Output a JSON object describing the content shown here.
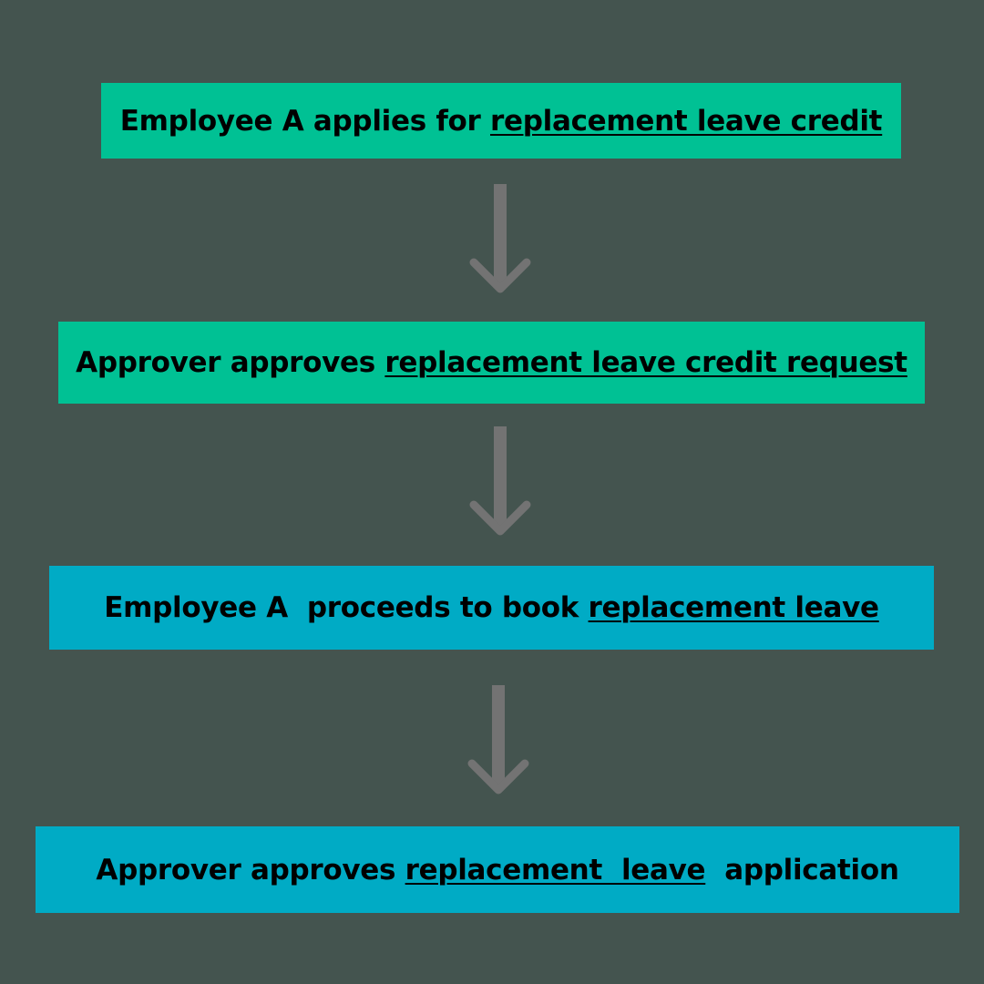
{
  "colors": {
    "background": "#44544f",
    "green_box": "#00c194",
    "blue_box": "#00abc5",
    "arrow": "#737373",
    "text": "#000000"
  },
  "steps": [
    {
      "prefix": "Employee A applies for ",
      "link": "replacement leave credit",
      "suffix": "",
      "color": "#00c194"
    },
    {
      "prefix": "Approver approves ",
      "link": "replacement leave credit request",
      "suffix": "",
      "color": "#00c194"
    },
    {
      "prefix": "Employee A  proceeds to book ",
      "link": "replacement leave",
      "suffix": "",
      "color": "#00abc5"
    },
    {
      "prefix": "Approver approves ",
      "link": "replacement  leave",
      "suffix": "  application",
      "color": "#00abc5"
    }
  ],
  "arrows": [
    {
      "icon": "arrow-down-icon"
    },
    {
      "icon": "arrow-down-icon"
    },
    {
      "icon": "arrow-down-icon"
    }
  ]
}
